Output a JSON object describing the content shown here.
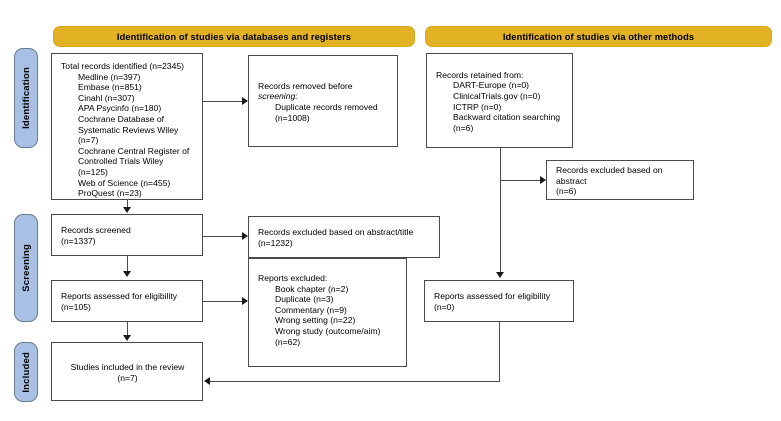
{
  "diagram": {
    "type": "PRISMA 2020 flow diagram",
    "stages": [
      {
        "id": "identification",
        "label": "Identification"
      },
      {
        "id": "screening",
        "label": "Screening"
      },
      {
        "id": "included",
        "label": "Included"
      }
    ],
    "banners": [
      {
        "id": "databases",
        "label": "Identification of studies via databases and registers"
      },
      {
        "id": "other",
        "label": "Identification of studies via other methods"
      }
    ],
    "nodes": {
      "total_records": {
        "lines": [
          {
            "text": "Total records identified (n=2345)",
            "indent": false
          },
          {
            "text": "Medline (n=397)",
            "indent": true
          },
          {
            "text": "Embase (n=851)",
            "indent": true
          },
          {
            "text": "Cinahl (n=307)",
            "indent": true
          },
          {
            "text": "APA Psycinfo (n=180)",
            "indent": true
          },
          {
            "text": "Cochrane Database of",
            "indent": true
          },
          {
            "text": "Systematic Reviews Wiley",
            "indent": true
          },
          {
            "text": "(n=7)",
            "indent": true
          },
          {
            "text": "Cochrane Central Register of",
            "indent": true
          },
          {
            "text": "Controlled Trials Wiley",
            "indent": true
          },
          {
            "text": "(n=125)",
            "indent": true
          },
          {
            "text": "Web of Science (n=455)",
            "indent": true
          },
          {
            "text": "ProQuest (n=23)",
            "indent": true
          }
        ]
      },
      "records_removed": {
        "lines": [
          {
            "text": "Records removed before",
            "indent": false
          },
          {
            "text": "screening:",
            "indent": false,
            "italic": true
          },
          {
            "text": "Duplicate records removed",
            "indent": true
          },
          {
            "text": "(n=1008)",
            "indent": true
          }
        ]
      },
      "records_retained": {
        "lines": [
          {
            "text": "Records retained from:",
            "indent": false
          },
          {
            "text": "DART-Europe (n=0)",
            "indent": true
          },
          {
            "text": "ClinicalTrials.gov (n=0)",
            "indent": true
          },
          {
            "text": "ICTRP (n=0)",
            "indent": true
          },
          {
            "text": "Backward citation searching",
            "indent": true
          },
          {
            "text": "(n=6)",
            "indent": true
          }
        ]
      },
      "excluded_abstract_other": {
        "lines": [
          {
            "text": "Records excluded based on",
            "indent": false
          },
          {
            "text": "abstract",
            "indent": false
          },
          {
            "text": "(n=6)",
            "indent": false
          }
        ]
      },
      "records_screened": {
        "lines": [
          {
            "text": "Records screened",
            "indent": false
          },
          {
            "text": "(n=1337)",
            "indent": false
          }
        ]
      },
      "excluded_abstract_title": {
        "lines": [
          {
            "text": "Records excluded based on abstract/title",
            "indent": false
          },
          {
            "text": "(n=1232)",
            "indent": false
          }
        ]
      },
      "reports_eligibility_db": {
        "lines": [
          {
            "text": "Reports assessed for eligibility",
            "indent": false
          },
          {
            "text": "(n=105)",
            "indent": false
          }
        ]
      },
      "reports_excluded": {
        "lines": [
          {
            "text": "Reports excluded:",
            "indent": false
          },
          {
            "text": "Book chapter (n=2)",
            "indent": true
          },
          {
            "text": "Duplicate (n=3)",
            "indent": true
          },
          {
            "text": "Commentary (n=9)",
            "indent": true
          },
          {
            "text": "Wrong setting (n=22)",
            "indent": true
          },
          {
            "text": "Wrong study (outcome/aim)",
            "indent": true
          },
          {
            "text": "(n=62)",
            "indent": true
          }
        ]
      },
      "reports_eligibility_other": {
        "lines": [
          {
            "text": "Reports assessed for eligibility",
            "indent": false
          },
          {
            "text": "(n=0)",
            "indent": false
          }
        ]
      },
      "studies_included": {
        "lines": [
          {
            "text": "Studies included in the review",
            "indent": false
          },
          {
            "text": "(n=7)",
            "indent": false
          }
        ]
      }
    },
    "colors": {
      "banner_fill": "#e3b124",
      "stage_fill": "#a7c0e4",
      "stage_border": "#6b7b91",
      "node_border": "#4a4a4a",
      "connector": "#4a4a4a",
      "background": "#ffffff"
    }
  }
}
